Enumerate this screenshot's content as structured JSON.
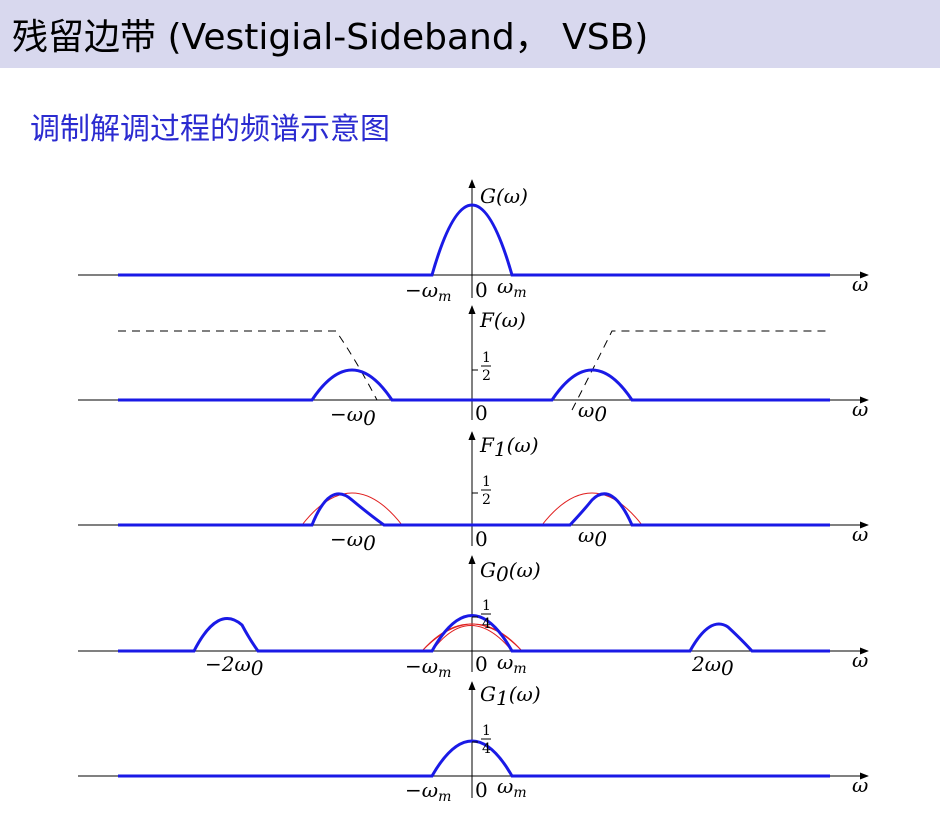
{
  "header": {
    "title": "残留边带 (Vestigial-Sideband， VSB)",
    "subtitle": "调制解调过程的频谱示意图"
  },
  "colors": {
    "header_bg": "#d8d8ee",
    "subtitle": "#2b2bd0",
    "spectrum": "#1a1ae6",
    "reference_curve": "#e02020"
  },
  "axis_symbol": "ω",
  "panels": [
    {
      "id": "G",
      "ylabel": "G(ω)",
      "tick_labels": {
        "neg_wm": "−ω",
        "sub_m": "m",
        "zero": "0",
        "pos_wm": "ω"
      }
    },
    {
      "id": "F",
      "ylabel": "F(ω)",
      "half_num": "1",
      "half_den": "2",
      "tick_labels": {
        "neg_w0": "−ω",
        "zero": "0",
        "pos_w0": "ω",
        "sub0": "0"
      }
    },
    {
      "id": "F1",
      "ylabel_main": "F",
      "ylabel_sub": "1",
      "ylabel_rest": "(ω)",
      "half_num": "1",
      "half_den": "2",
      "tick_labels": {
        "neg_w0": "−ω",
        "zero": "0",
        "pos_w0": "ω",
        "sub0": "0"
      }
    },
    {
      "id": "G0",
      "ylabel_main": "G",
      "ylabel_sub": "0",
      "ylabel_rest": "(ω)",
      "quarter_num": "1",
      "quarter_den": "4",
      "tick_labels": {
        "neg_2w0": "−2ω",
        "neg_wm": "−ω",
        "zero": "0",
        "pos_wm": "ω",
        "pos_2w0": "2ω",
        "sub0": "0",
        "sub_m": "m"
      }
    },
    {
      "id": "G1",
      "ylabel_main": "G",
      "ylabel_sub": "1",
      "ylabel_rest": "(ω)",
      "quarter_num": "1",
      "quarter_den": "4",
      "tick_labels": {
        "neg_wm": "−ω",
        "zero": "0",
        "pos_wm": "ω",
        "sub_m": "m"
      }
    }
  ]
}
